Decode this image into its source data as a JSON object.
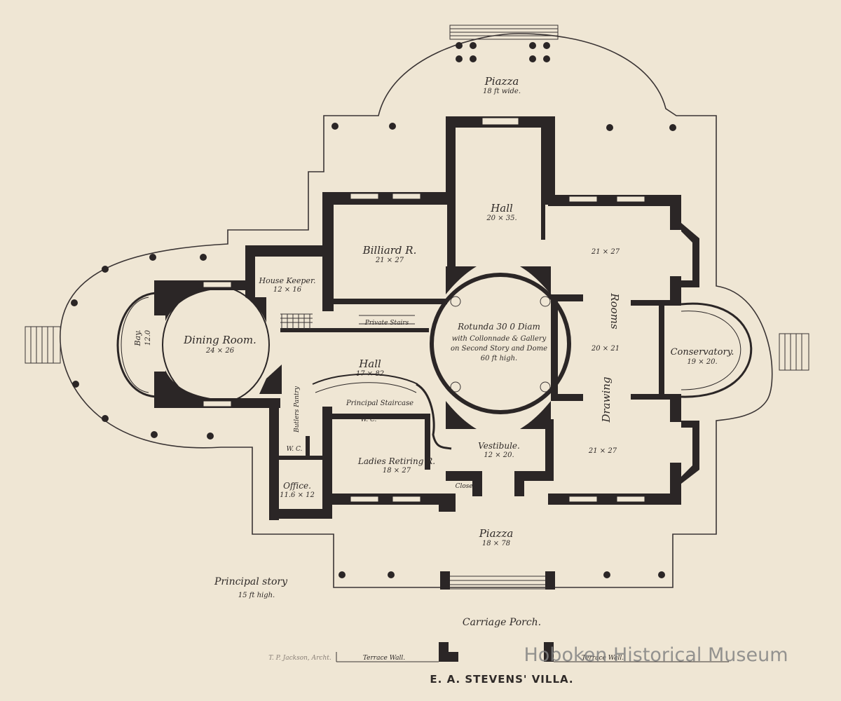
{
  "rooms": {
    "piazza_north": {
      "name": "Piazza",
      "dim": "18 ft wide."
    },
    "hall_north": {
      "name": "Hall",
      "dim": "20 × 35."
    },
    "billiard": {
      "name": "Billiard R.",
      "dim": "21 × 27"
    },
    "house_keeper": {
      "name": "House Keeper.",
      "dim": "12 × 16"
    },
    "dining": {
      "name": "Dining Room.",
      "dim": "24 × 26"
    },
    "bay": {
      "name": "Bay.",
      "dim": "12.0"
    },
    "rotunda": {
      "line1": "Rotunda 30 0 Diam",
      "line2": "with Collonnade & Gallery",
      "line3": "on Second Story and Dome",
      "line4": "60 ft high."
    },
    "private_stairs": {
      "name": "Private Stairs"
    },
    "hall_main": {
      "name": "Hall",
      "dim": "17 × 82"
    },
    "principal_staircase": {
      "name": "Principal Staircase"
    },
    "butlers_pantry": {
      "name": "Butlers Pantry"
    },
    "wc_1": {
      "name": "W. C."
    },
    "wc_2": {
      "name": "W. C."
    },
    "office": {
      "name": "Office.",
      "dim": "11.6 × 12"
    },
    "ladies": {
      "name": "Ladies Retiring R.",
      "dim": "18 × 27"
    },
    "closet": {
      "name": "Closet"
    },
    "vestibule": {
      "name": "Vestibule.",
      "dim": "12 × 20."
    },
    "drawing_ne": {
      "dim": "21 × 27"
    },
    "drawing_mid": {
      "dim": "20 × 21"
    },
    "drawing_se": {
      "dim": "21 × 27"
    },
    "rooms_word": "Rooms",
    "drawing_word": "Drawing",
    "conservatory": {
      "name": "Conservatory.",
      "dim": "19 × 20."
    },
    "piazza_south": {
      "name": "Piazza",
      "dim": "18 × 78"
    },
    "carriage_porch": "Carriage Porch."
  },
  "story": {
    "name": "Principal story",
    "height": "15 ft high."
  },
  "footer": {
    "architect": "T. P. Jackson, Archt.",
    "terrace_left": "Terrace Wall.",
    "terrace_right": "Terrace Wall.",
    "title": "E. A. STEVENS' VILLA."
  },
  "watermark": "Hoboken Historical Museum"
}
